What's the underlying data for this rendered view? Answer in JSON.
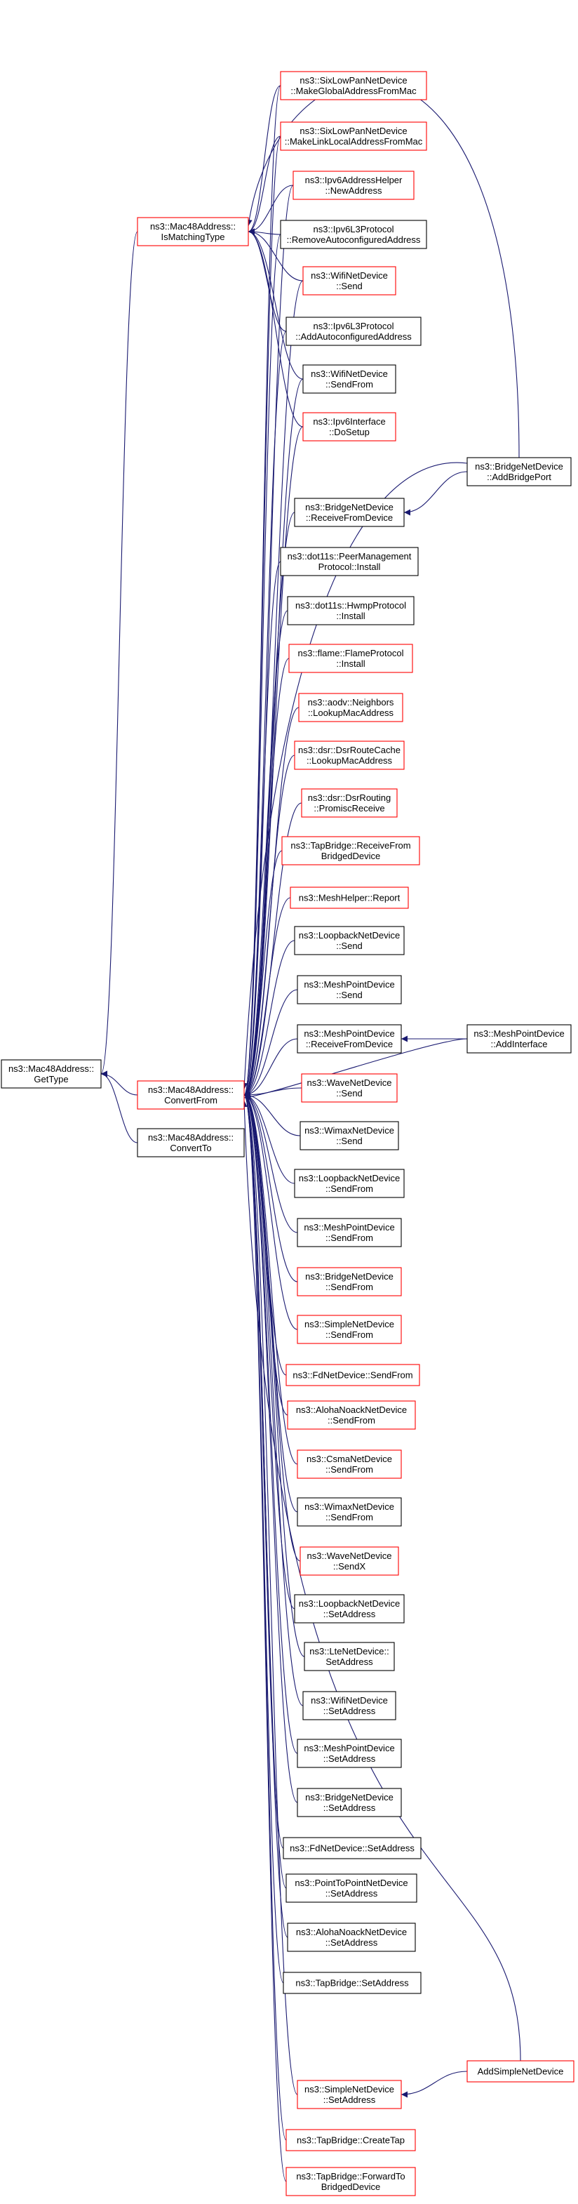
{
  "colors": {
    "edge": "#191970",
    "border_black": "#000000",
    "border_red": "#ff0000",
    "focus_fill": "#bfbfbf"
  },
  "nodes": [
    {
      "id": "gettype",
      "lines": [
        "ns3::Mac48Address::",
        "GetType"
      ],
      "border": "black",
      "focus": true
    },
    {
      "id": "ismatchingtype",
      "lines": [
        "ns3::Mac48Address::",
        "IsMatchingType"
      ],
      "border": "red"
    },
    {
      "id": "convertfrom",
      "lines": [
        "ns3::Mac48Address::",
        "ConvertFrom"
      ],
      "border": "red"
    },
    {
      "id": "convertto",
      "lines": [
        "ns3::Mac48Address::",
        "ConvertTo"
      ],
      "border": "black"
    },
    {
      "id": "sixlowpan-global",
      "lines": [
        "ns3::SixLowPanNetDevice",
        "::MakeGlobalAddressFromMac"
      ],
      "border": "red"
    },
    {
      "id": "sixlowpan-link",
      "lines": [
        "ns3::SixLowPanNetDevice",
        "::MakeLinkLocalAddressFromMac"
      ],
      "border": "red"
    },
    {
      "id": "ipv6helper-newaddress",
      "lines": [
        "ns3::Ipv6AddressHelper",
        "::NewAddress"
      ],
      "border": "red"
    },
    {
      "id": "ipv6l3-remove",
      "lines": [
        "ns3::Ipv6L3Protocol",
        "::RemoveAutoconfiguredAddress"
      ],
      "border": "black"
    },
    {
      "id": "wifi-send",
      "lines": [
        "ns3::WifiNetDevice",
        "::Send"
      ],
      "border": "red"
    },
    {
      "id": "ipv6l3-add",
      "lines": [
        "ns3::Ipv6L3Protocol",
        "::AddAutoconfiguredAddress"
      ],
      "border": "black"
    },
    {
      "id": "wifi-sendfrom",
      "lines": [
        "ns3::WifiNetDevice",
        "::SendFrom"
      ],
      "border": "black"
    },
    {
      "id": "ipv6iface-dosetup",
      "lines": [
        "ns3::Ipv6Interface",
        "::DoSetup"
      ],
      "border": "red"
    },
    {
      "id": "bridge-receive",
      "lines": [
        "ns3::BridgeNetDevice",
        "::ReceiveFromDevice"
      ],
      "border": "black"
    },
    {
      "id": "dot11s-peer",
      "lines": [
        "ns3::dot11s::PeerManagement",
        "Protocol::Install"
      ],
      "border": "black"
    },
    {
      "id": "dot11s-hwmp",
      "lines": [
        "ns3::dot11s::HwmpProtocol",
        "::Install"
      ],
      "border": "black"
    },
    {
      "id": "flame-install",
      "lines": [
        "ns3::flame::FlameProtocol",
        "::Install"
      ],
      "border": "red"
    },
    {
      "id": "aodv-neighbors",
      "lines": [
        "ns3::aodv::Neighbors",
        "::LookupMacAddress"
      ],
      "border": "red"
    },
    {
      "id": "dsr-routecache",
      "lines": [
        "ns3::dsr::DsrRouteCache",
        "::LookupMacAddress"
      ],
      "border": "red"
    },
    {
      "id": "dsr-routing",
      "lines": [
        "ns3::dsr::DsrRouting",
        "::PromiscReceive"
      ],
      "border": "red"
    },
    {
      "id": "tapbridge-receive",
      "lines": [
        "ns3::TapBridge::ReceiveFrom",
        "BridgedDevice"
      ],
      "border": "red"
    },
    {
      "id": "meshhelper-report",
      "lines": [
        "ns3::MeshHelper::Report"
      ],
      "border": "red"
    },
    {
      "id": "loopback-send",
      "lines": [
        "ns3::LoopbackNetDevice",
        "::Send"
      ],
      "border": "black"
    },
    {
      "id": "meshpoint-send",
      "lines": [
        "ns3::MeshPointDevice",
        "::Send"
      ],
      "border": "black"
    },
    {
      "id": "meshpoint-receive",
      "lines": [
        "ns3::MeshPointDevice",
        "::ReceiveFromDevice"
      ],
      "border": "black"
    },
    {
      "id": "wave-send",
      "lines": [
        "ns3::WaveNetDevice",
        "::Send"
      ],
      "border": "red"
    },
    {
      "id": "wimax-send",
      "lines": [
        "ns3::WimaxNetDevice",
        "::Send"
      ],
      "border": "black"
    },
    {
      "id": "loopback-sendfrom",
      "lines": [
        "ns3::LoopbackNetDevice",
        "::SendFrom"
      ],
      "border": "black"
    },
    {
      "id": "meshpoint-sendfrom",
      "lines": [
        "ns3::MeshPointDevice",
        "::SendFrom"
      ],
      "border": "black"
    },
    {
      "id": "bridge-sendfrom",
      "lines": [
        "ns3::BridgeNetDevice",
        "::SendFrom"
      ],
      "border": "red"
    },
    {
      "id": "simple-sendfrom",
      "lines": [
        "ns3::SimpleNetDevice",
        "::SendFrom"
      ],
      "border": "red"
    },
    {
      "id": "fd-sendfrom",
      "lines": [
        "ns3::FdNetDevice::SendFrom"
      ],
      "border": "red"
    },
    {
      "id": "aloha-sendfrom",
      "lines": [
        "ns3::AlohaNoackNetDevice",
        "::SendFrom"
      ],
      "border": "red"
    },
    {
      "id": "csma-sendfrom",
      "lines": [
        "ns3::CsmaNetDevice",
        "::SendFrom"
      ],
      "border": "red"
    },
    {
      "id": "wimax-sendfrom",
      "lines": [
        "ns3::WimaxNetDevice",
        "::SendFrom"
      ],
      "border": "black"
    },
    {
      "id": "wave-sendx",
      "lines": [
        "ns3::WaveNetDevice",
        "::SendX"
      ],
      "border": "red"
    },
    {
      "id": "loopback-setaddress",
      "lines": [
        "ns3::LoopbackNetDevice",
        "::SetAddress"
      ],
      "border": "black"
    },
    {
      "id": "lte-setaddress",
      "lines": [
        "ns3::LteNetDevice::",
        "SetAddress"
      ],
      "border": "black"
    },
    {
      "id": "wifi-setaddress",
      "lines": [
        "ns3::WifiNetDevice",
        "::SetAddress"
      ],
      "border": "black"
    },
    {
      "id": "meshpoint-setaddress",
      "lines": [
        "ns3::MeshPointDevice",
        "::SetAddress"
      ],
      "border": "black"
    },
    {
      "id": "bridge-setaddress",
      "lines": [
        "ns3::BridgeNetDevice",
        "::SetAddress"
      ],
      "border": "black"
    },
    {
      "id": "fd-setaddress",
      "lines": [
        "ns3::FdNetDevice::SetAddress"
      ],
      "border": "black"
    },
    {
      "id": "p2p-setaddress",
      "lines": [
        "ns3::PointToPointNetDevice",
        "::SetAddress"
      ],
      "border": "black"
    },
    {
      "id": "aloha-setaddress",
      "lines": [
        "ns3::AlohaNoackNetDevice",
        "::SetAddress"
      ],
      "border": "black"
    },
    {
      "id": "tapbridge-setaddress",
      "lines": [
        "ns3::TapBridge::SetAddress"
      ],
      "border": "black"
    },
    {
      "id": "simple-setaddress",
      "lines": [
        "ns3::SimpleNetDevice",
        "::SetAddress"
      ],
      "border": "red"
    },
    {
      "id": "tapbridge-createtap",
      "lines": [
        "ns3::TapBridge::CreateTap"
      ],
      "border": "red"
    },
    {
      "id": "tapbridge-forward",
      "lines": [
        "ns3::TapBridge::ForwardTo",
        "BridgedDevice"
      ],
      "border": "red"
    },
    {
      "id": "bridge-addbridgeport",
      "lines": [
        "ns3::BridgeNetDevice",
        "::AddBridgePort"
      ],
      "border": "black"
    },
    {
      "id": "meshpoint-addinterface",
      "lines": [
        "ns3::MeshPointDevice",
        "::AddInterface"
      ],
      "border": "black"
    },
    {
      "id": "addsimplenetdevice",
      "lines": [
        "AddSimpleNetDevice"
      ],
      "border": "red"
    }
  ],
  "edges": [
    [
      "ismatchingtype",
      "gettype"
    ],
    [
      "convertfrom",
      "gettype"
    ],
    [
      "convertto",
      "gettype"
    ],
    [
      "sixlowpan-global",
      "ismatchingtype"
    ],
    [
      "sixlowpan-link",
      "ismatchingtype"
    ],
    [
      "ipv6helper-newaddress",
      "ismatchingtype"
    ],
    [
      "ipv6l3-remove",
      "ismatchingtype"
    ],
    [
      "wifi-send",
      "ismatchingtype"
    ],
    [
      "ipv6l3-add",
      "ismatchingtype"
    ],
    [
      "wifi-sendfrom",
      "ismatchingtype"
    ],
    [
      "ipv6iface-dosetup",
      "ismatchingtype"
    ],
    [
      "bridge-addbridgeport",
      "ismatchingtype"
    ],
    [
      "sixlowpan-global",
      "convertfrom"
    ],
    [
      "sixlowpan-link",
      "convertfrom"
    ],
    [
      "ipv6helper-newaddress",
      "convertfrom"
    ],
    [
      "ipv6l3-remove",
      "convertfrom"
    ],
    [
      "wifi-send",
      "convertfrom"
    ],
    [
      "ipv6l3-add",
      "convertfrom"
    ],
    [
      "wifi-sendfrom",
      "convertfrom"
    ],
    [
      "ipv6iface-dosetup",
      "convertfrom"
    ],
    [
      "bridge-addbridgeport",
      "convertfrom"
    ],
    [
      "bridge-receive",
      "convertfrom"
    ],
    [
      "dot11s-peer",
      "convertfrom"
    ],
    [
      "dot11s-hwmp",
      "convertfrom"
    ],
    [
      "flame-install",
      "convertfrom"
    ],
    [
      "aodv-neighbors",
      "convertfrom"
    ],
    [
      "dsr-routecache",
      "convertfrom"
    ],
    [
      "dsr-routing",
      "convertfrom"
    ],
    [
      "tapbridge-receive",
      "convertfrom"
    ],
    [
      "meshhelper-report",
      "convertfrom"
    ],
    [
      "loopback-send",
      "convertfrom"
    ],
    [
      "meshpoint-send",
      "convertfrom"
    ],
    [
      "meshpoint-receive",
      "convertfrom"
    ],
    [
      "wave-send",
      "convertfrom"
    ],
    [
      "wimax-send",
      "convertfrom"
    ],
    [
      "loopback-sendfrom",
      "convertfrom"
    ],
    [
      "meshpoint-sendfrom",
      "convertfrom"
    ],
    [
      "bridge-sendfrom",
      "convertfrom"
    ],
    [
      "simple-sendfrom",
      "convertfrom"
    ],
    [
      "fd-sendfrom",
      "convertfrom"
    ],
    [
      "aloha-sendfrom",
      "convertfrom"
    ],
    [
      "csma-sendfrom",
      "convertfrom"
    ],
    [
      "wimax-sendfrom",
      "convertfrom"
    ],
    [
      "wave-sendx",
      "convertfrom"
    ],
    [
      "loopback-setaddress",
      "convertfrom"
    ],
    [
      "lte-setaddress",
      "convertfrom"
    ],
    [
      "wifi-setaddress",
      "convertfrom"
    ],
    [
      "meshpoint-setaddress",
      "convertfrom"
    ],
    [
      "bridge-setaddress",
      "convertfrom"
    ],
    [
      "fd-setaddress",
      "convertfrom"
    ],
    [
      "p2p-setaddress",
      "convertfrom"
    ],
    [
      "aloha-setaddress",
      "convertfrom"
    ],
    [
      "tapbridge-setaddress",
      "convertfrom"
    ],
    [
      "meshpoint-addinterface",
      "convertfrom"
    ],
    [
      "addsimplenetdevice",
      "convertfrom"
    ],
    [
      "simple-setaddress",
      "convertfrom"
    ],
    [
      "tapbridge-createtap",
      "convertfrom"
    ],
    [
      "tapbridge-forward",
      "convertfrom"
    ],
    [
      "bridge-addbridgeport",
      "bridge-receive"
    ],
    [
      "meshpoint-addinterface",
      "meshpoint-receive"
    ],
    [
      "addsimplenetdevice",
      "simple-setaddress"
    ]
  ]
}
